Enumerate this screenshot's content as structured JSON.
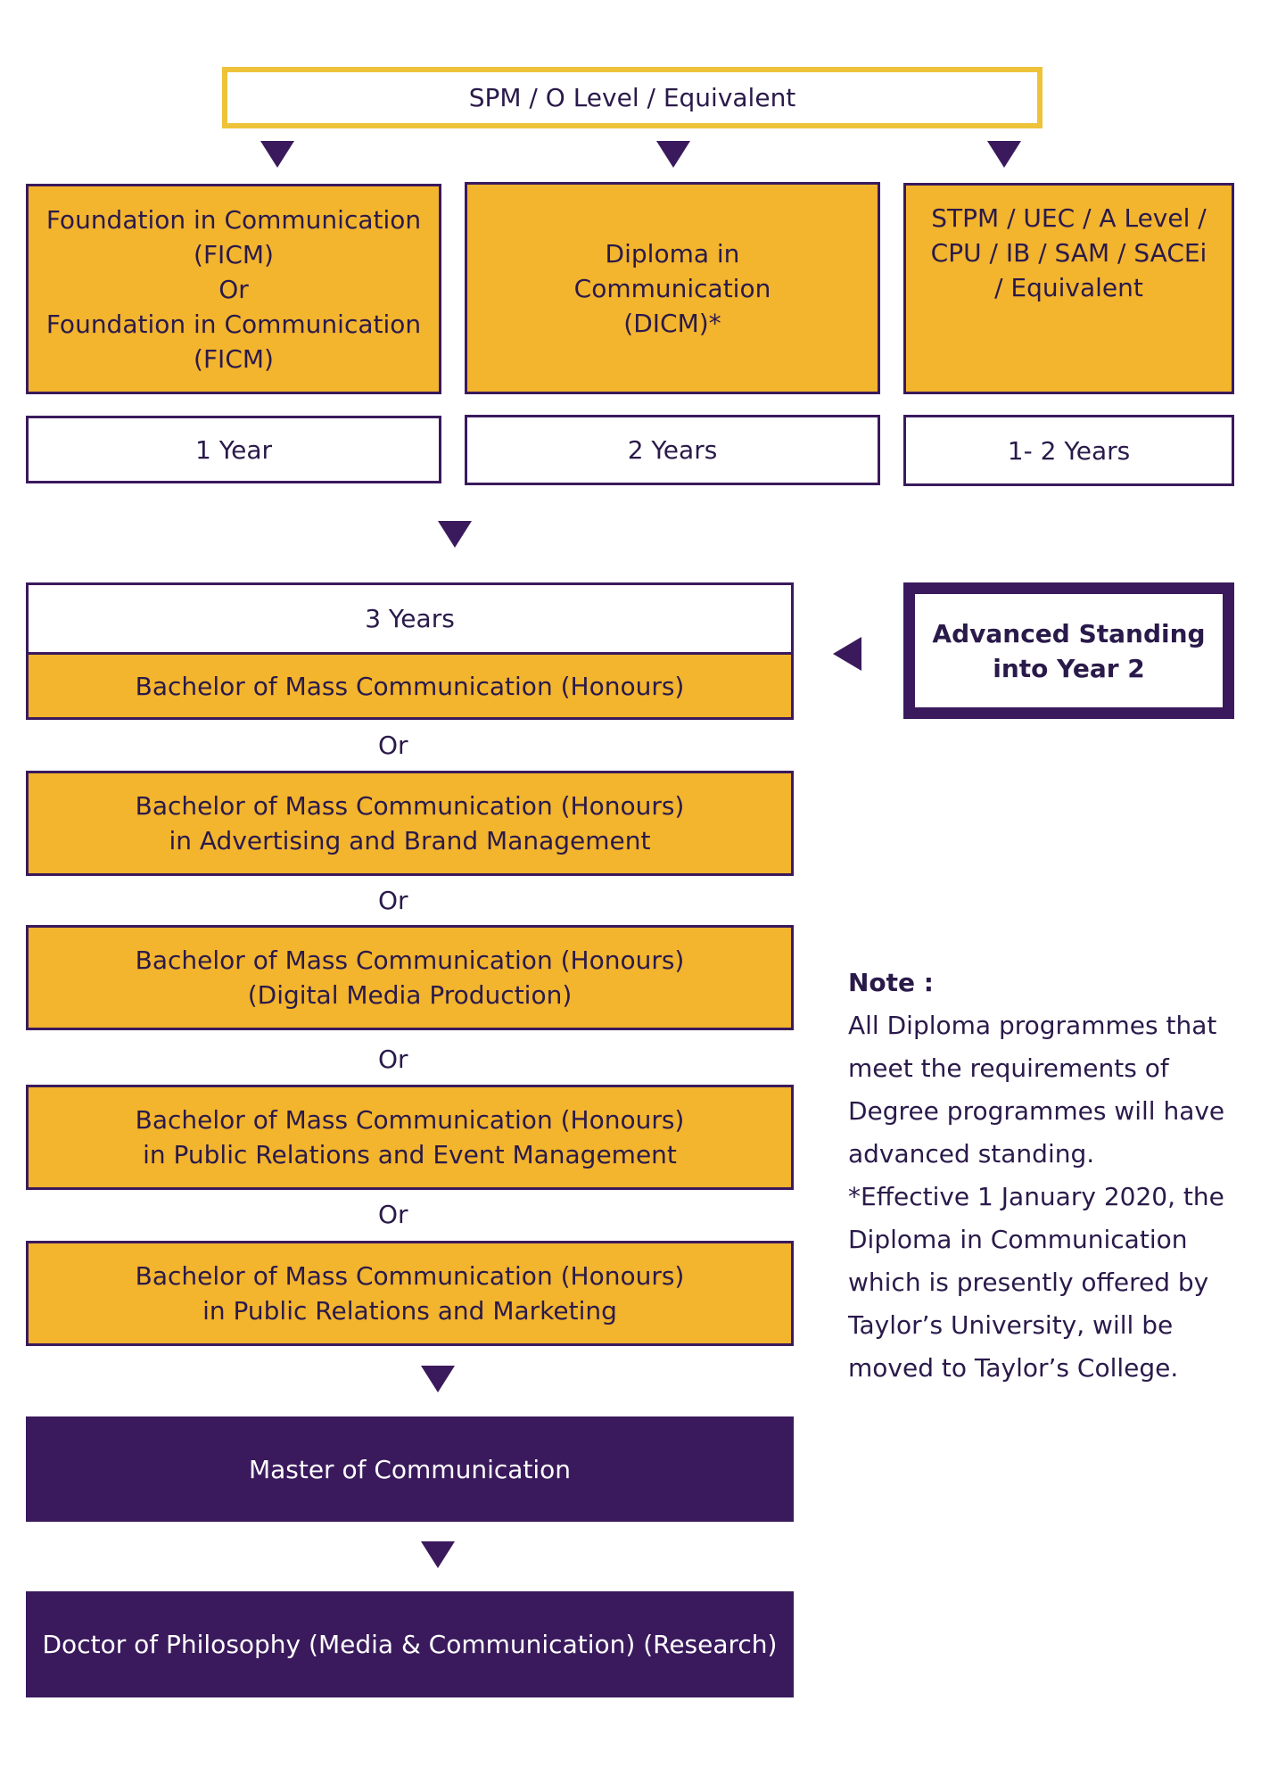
{
  "entry": {
    "label": "SPM / O Level / Equivalent"
  },
  "paths": [
    {
      "programme": "Foundation in Communication\n(FICM)\nOr\nFoundation in Communication\n(FICM)",
      "duration": "1 Year"
    },
    {
      "programme": "Diploma in\nCommunication\n(DICM)*",
      "duration": "2 Years"
    },
    {
      "programme": "STPM / UEC / A Level /\nCPU / IB / SAM / SACEi\n/ Equivalent",
      "duration": "1- 2 Years"
    }
  ],
  "degree": {
    "duration": "3 Years",
    "or_label": "Or",
    "options": [
      "Bachelor of Mass Communication (Honours)",
      "Bachelor of Mass Communication (Honours)\nin Advertising and Brand Management",
      "Bachelor of Mass Communication (Honours)\n(Digital Media Production)",
      "Bachelor of Mass Communication (Honours)\nin Public Relations and Event Management",
      "Bachelor of Mass Communication (Honours)\nin Public Relations and Marketing"
    ]
  },
  "advanced_standing": {
    "label": "Advanced Standing\ninto Year 2"
  },
  "postgrad": {
    "master": "Master of Communication",
    "doctor": "Doctor of Philosophy (Media & Communication) (Research)"
  },
  "note": {
    "heading": "Note :",
    "body": " All Diploma programmes that meet the requirements of Degree programmes will have advanced standing.\n*Effective 1 January 2020, the Diploma in Communication which is presently offered by Taylor’s University, will be moved to Taylor’s College."
  },
  "colors": {
    "gold": "#f3b42e",
    "purple": "#3a1a5c",
    "entry_border": "#eec33a"
  }
}
